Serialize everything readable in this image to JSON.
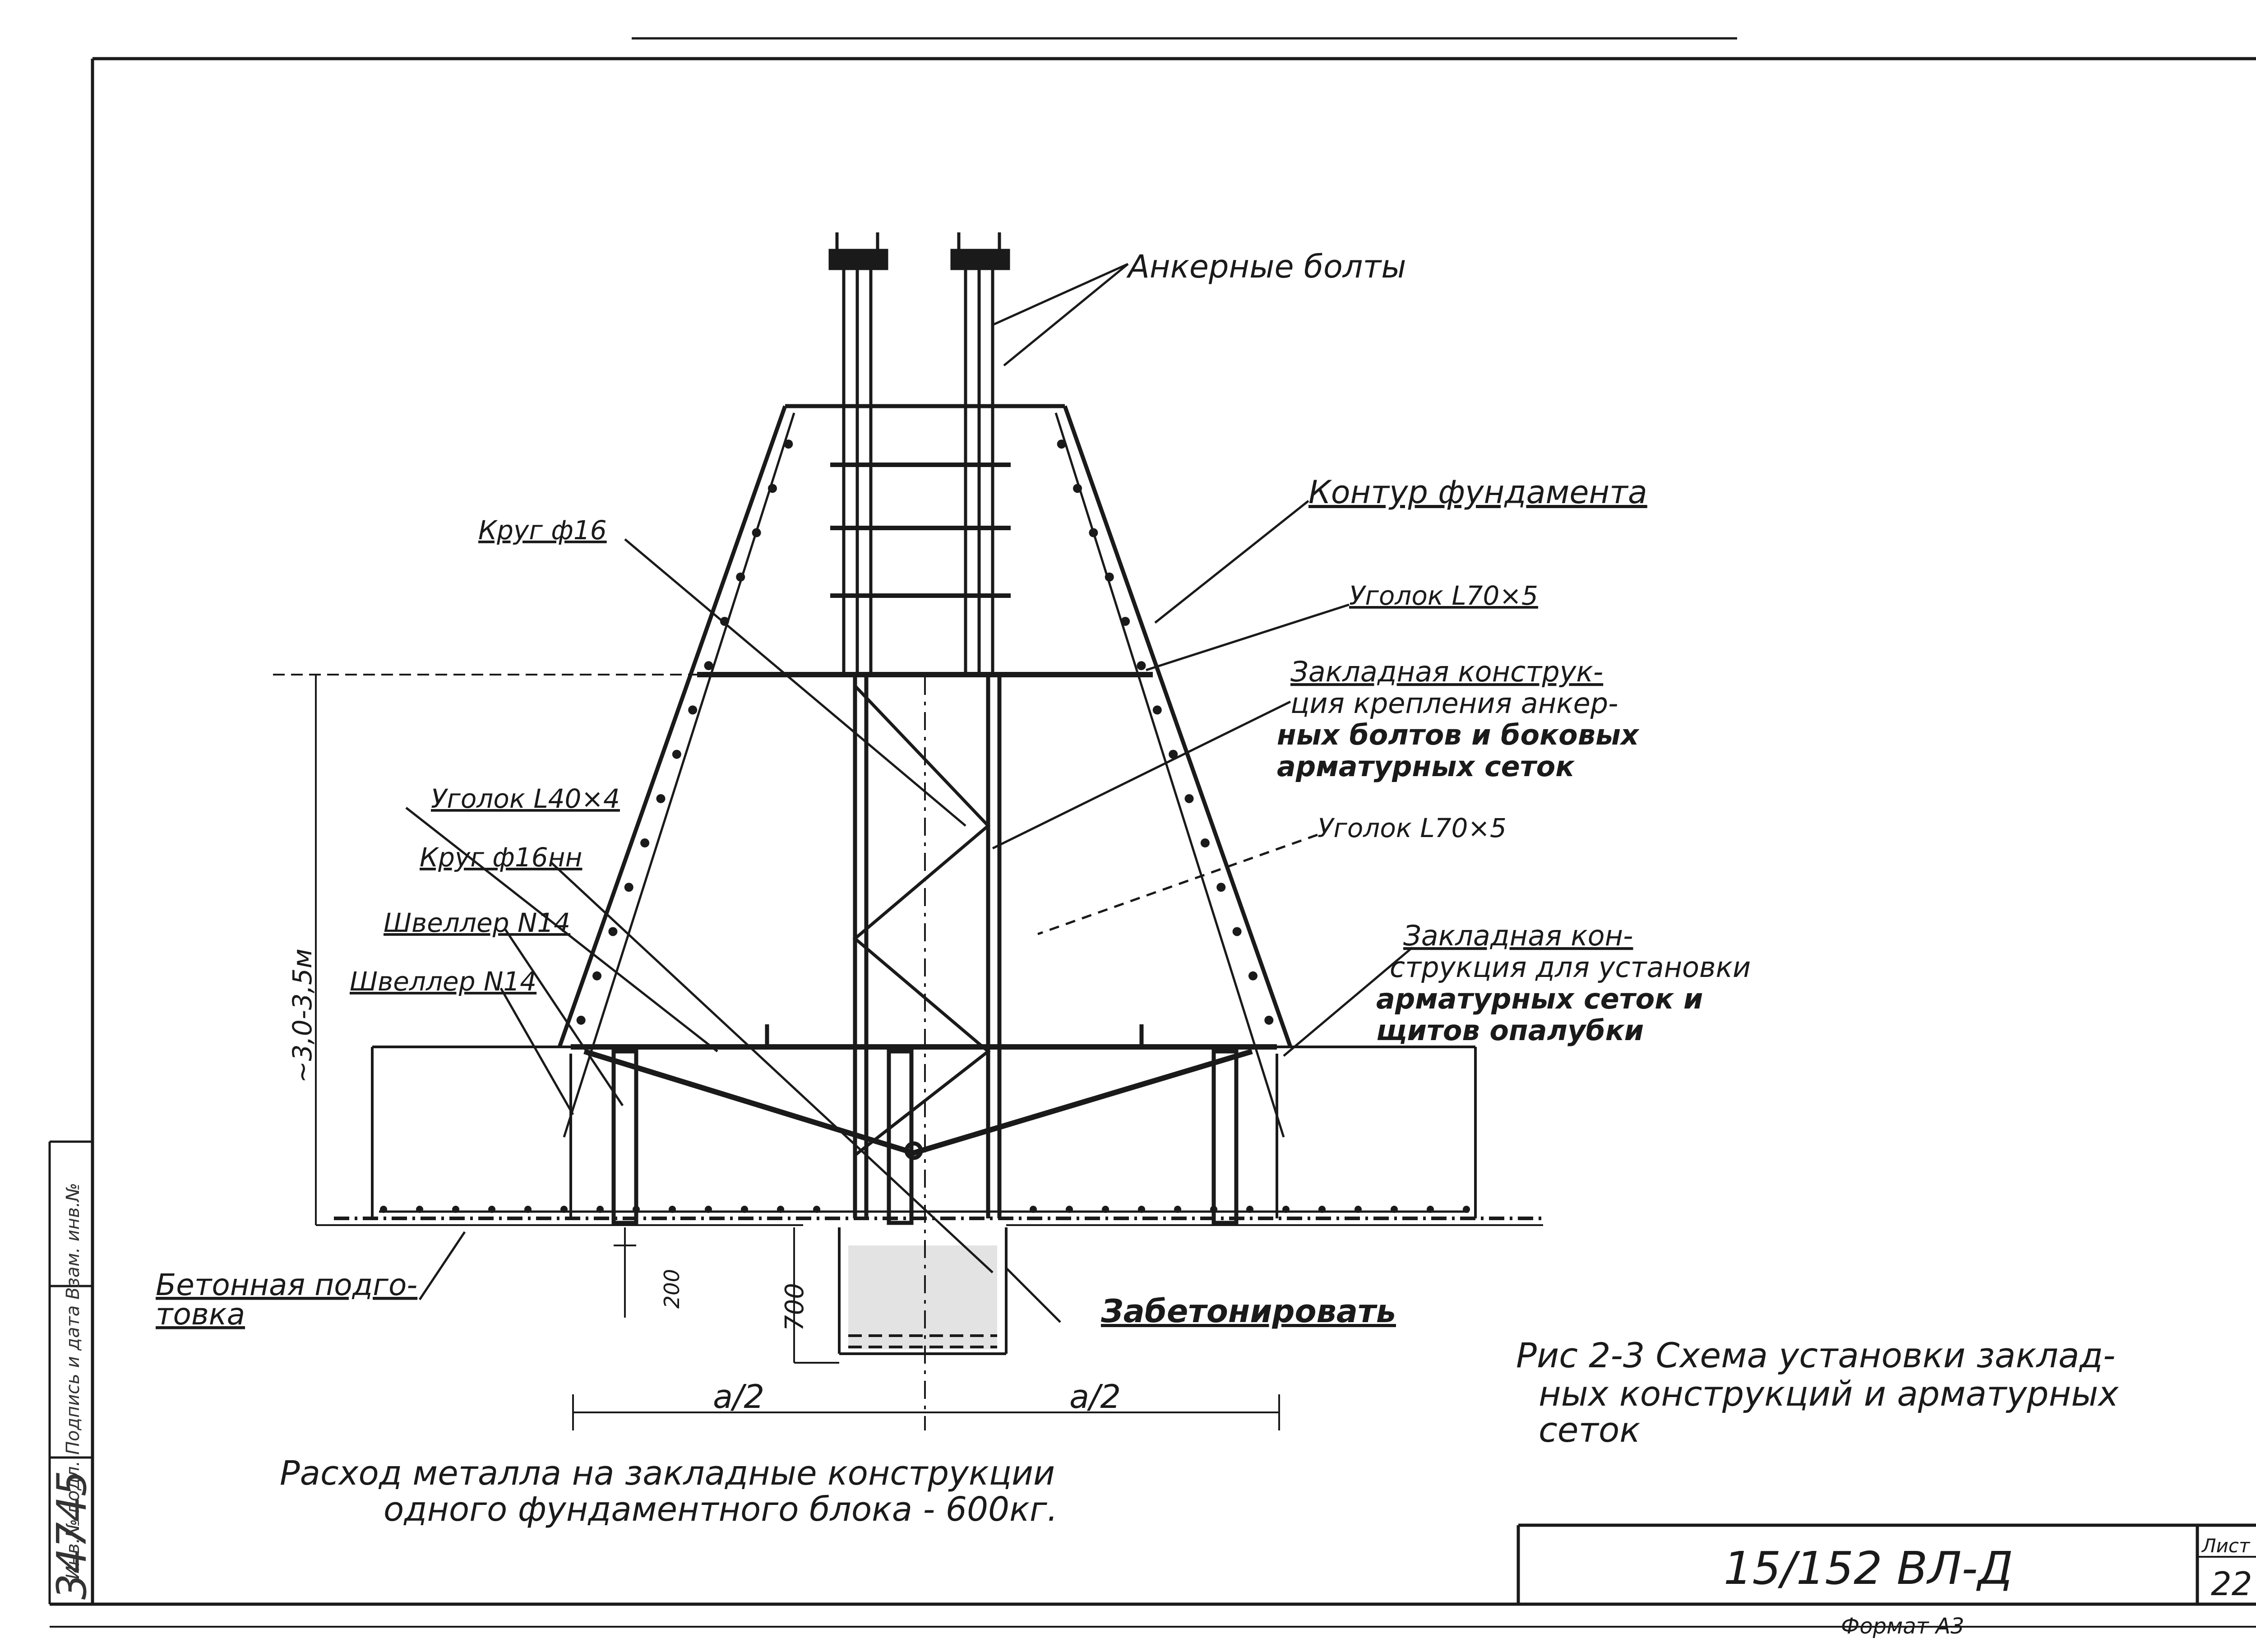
{
  "labels": {
    "anchor_bolts": "Анкерные болты",
    "foundation_contour": "Контур фундамента",
    "angle_top": "Уголок L70×5",
    "round_16": "Круг ф16",
    "embedded_1": "Закладная конструк-",
    "embedded_2": "ция крепления анкер-",
    "embedded_3": "ных болтов и боковых",
    "embedded_4": "арматурных сеток",
    "angle_40": "Уголок L40×4",
    "angle_70": "Уголок L70×5",
    "round_16nn": "Круг ф16нн",
    "channel_a": "Швеллер N14",
    "channel_b": "Швеллер N14",
    "embedded_form_1": "Закладная кон-",
    "embedded_form_2": "струкция для установки",
    "embedded_form_3": "арматурных сеток и",
    "embedded_form_4": "щитов опалубки",
    "concrete_prep_1": "Бетонная подго-",
    "concrete_prep_2": "товка",
    "embed_concrete": "Забетонировать",
    "height_dim": "~3,0-3,5м",
    "dim_200": "200",
    "dim_700": "700",
    "dim_a2_left": "a/2",
    "dim_a2_right": "a/2"
  },
  "caption": {
    "line1": "Рис 2-3  Схема установки заклад-",
    "line2": "ных конструкций и арматурных",
    "line3": "сеток"
  },
  "note": {
    "line1": "Расход металла на закладные конструкции",
    "line2": "одного фундаментного блока      - 600кг."
  },
  "title_block": {
    "doc_code": "15/152 ВЛ-Д",
    "sheet_label": "Лист",
    "sheet_no": "22",
    "format": "Формат А3"
  },
  "side_stamp": {
    "inv_no": "34745",
    "text": "Инв.№ подл.  Подпись и дата  Взам. инв.№"
  }
}
